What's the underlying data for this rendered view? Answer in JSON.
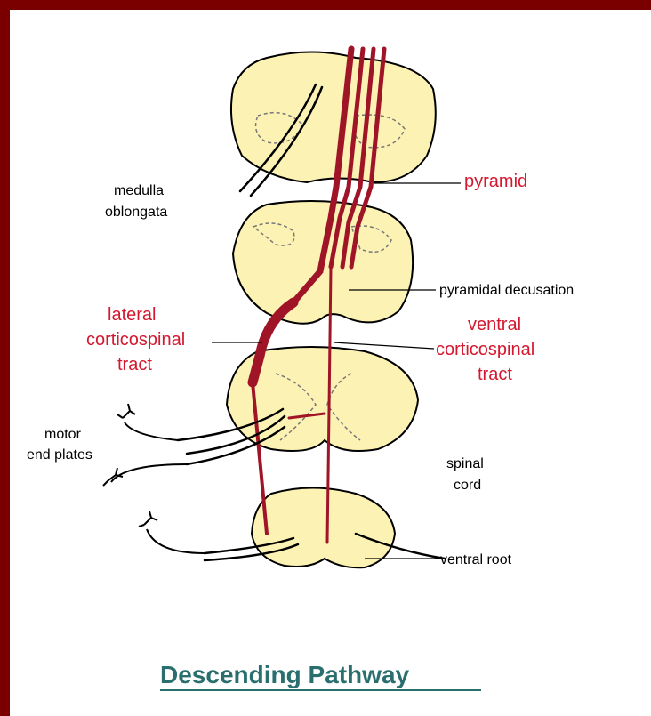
{
  "title": "Descending Pathway",
  "labels": {
    "medulla": [
      "medulla",
      "oblongata"
    ],
    "pyramid": "pyramid",
    "pyramidal_decussation": "pyramidal decusation",
    "lateral_tract": [
      "lateral",
      "corticospinal",
      "tract"
    ],
    "ventral_tract": [
      "ventral",
      "corticospinal",
      "tract"
    ],
    "motor_end_plates": [
      "motor",
      "end plates"
    ],
    "spinal_cord": [
      "spinal",
      "cord"
    ],
    "ventral_root": "ventral root"
  },
  "colors": {
    "border": "#7a0000",
    "tissue": "#fbf2b3",
    "tract": "#a01428",
    "label_red": "#d4182f",
    "title": "#2a6e6e"
  }
}
